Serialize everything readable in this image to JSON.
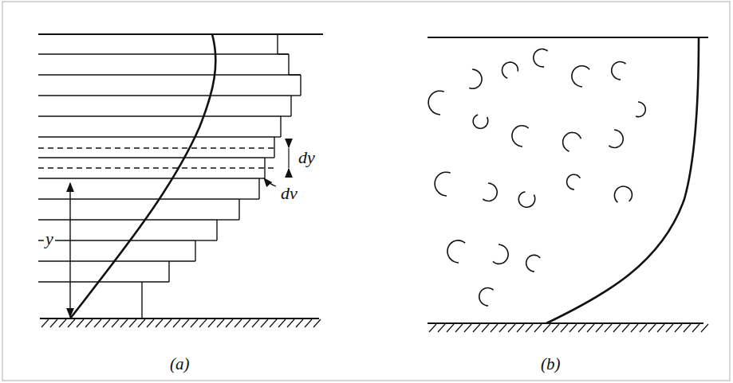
{
  "diagram": {
    "labels": [
      "dy",
      "dv",
      "y",
      "(a)",
      "(b)"
    ]
  }
}
